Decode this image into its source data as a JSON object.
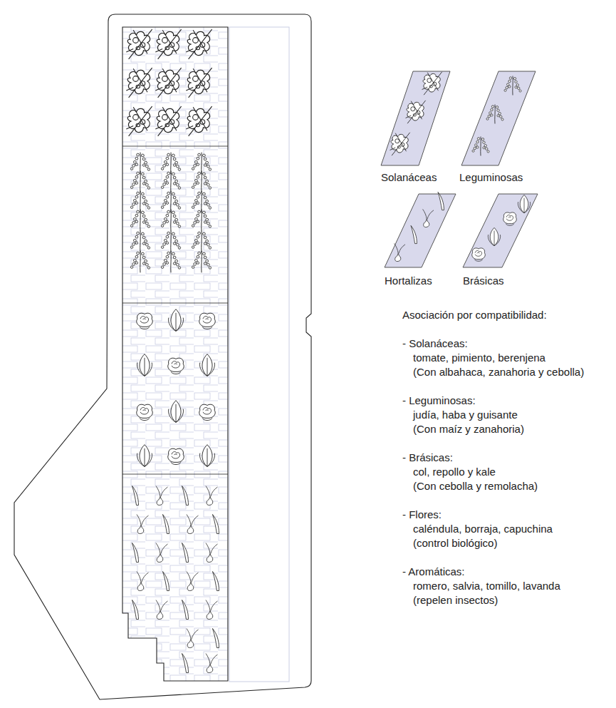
{
  "diagram": {
    "labels": [
      "Asociación por compatibilidad:",
      "- Solanáceas:",
      "tomate, pimiento, berenjena",
      "(Con albahaca, zanahoria y cebolla)",
      "- Leguminosas:",
      "judía, haba y guisante",
      "(Con maíz y zanahoria)",
      "- Brásicas:",
      "col, repollo y kale",
      "(Con cebolla y remolacha)",
      "- Flores:",
      "caléndula, borraja, capuchina",
      "(control biológico)",
      "- Aromáticas:",
      "romero, salvia, tomillo, lavanda",
      "(repelen insectos)"
    ],
    "legend": [
      {
        "text": "Solanáceas"
      },
      {
        "text": "Leguminosas"
      },
      {
        "text": "Hortalizas"
      },
      {
        "text": "Brásicas"
      }
    ]
  }
}
